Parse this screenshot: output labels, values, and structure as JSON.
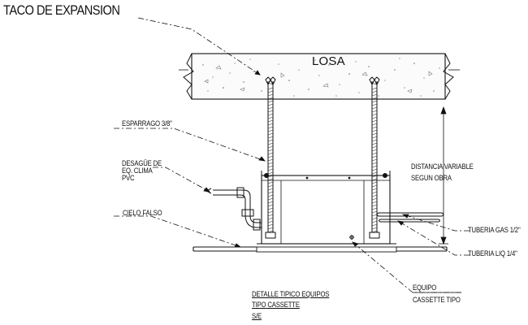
{
  "title": "TACO DE EXPANSION",
  "slab_label": "LOSA",
  "labels": {
    "rod": "ESPARRAGO 3/8\"",
    "drain_line1": "DESAGÜE DE",
    "drain_line2": "EQ. CLIMA",
    "drain_line3": "PVC",
    "ceiling": "CIELO FALSO",
    "distance_line1": "DISTANCIA VARIABLE",
    "distance_line2": "SEGUN OBRA",
    "gas_pipe": "TUBERIA GAS 1/2\"",
    "liquid_pipe": "TUBERIA LIQ 1/4\"",
    "equipment_line1": "EQUIPO",
    "equipment_line2": "CASSETTE TIPO"
  },
  "caption": {
    "line1": "DETALLE TIPICO EQUIPOS",
    "line2": "TIPO CASSETTE",
    "line3": "S/E"
  },
  "colors": {
    "ink": "#111111",
    "paper": "#ffffff"
  }
}
